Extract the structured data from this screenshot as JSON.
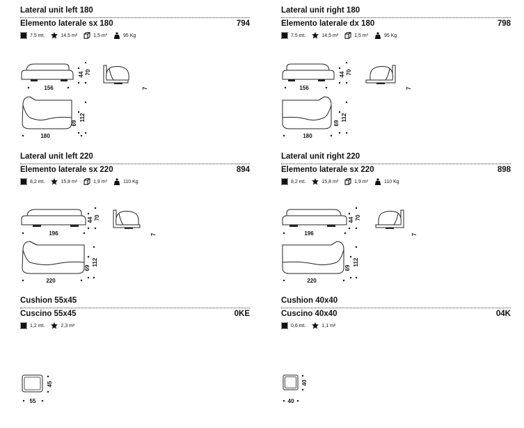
{
  "items": [
    {
      "title_en": "Lateral unit left 180",
      "title_it": "Elemento laterale sx 180",
      "code": "794",
      "specs": {
        "fabric": "7,5 mt.",
        "leather": "14,5 m²",
        "volume": "1,5 m³",
        "weight": "95 Kg"
      },
      "dims": {
        "top_w": "156",
        "top_d1": "44",
        "top_d2": "70",
        "side_h": "7",
        "plan_w": "180",
        "plan_d1": "69",
        "plan_d2": "112"
      }
    },
    {
      "title_en": "Lateral unit right 180",
      "title_it": "Elemento laterale dx 180",
      "code": "798",
      "specs": {
        "fabric": "7,5 mt.",
        "leather": "14,5 m²",
        "volume": "1,5 m³",
        "weight": "95 Kg"
      },
      "dims": {
        "top_w": "156",
        "top_d1": "44",
        "top_d2": "70",
        "side_h": "7",
        "plan_w": "180",
        "plan_d1": "69",
        "plan_d2": "112"
      }
    },
    {
      "title_en": "Lateral unit left 220",
      "title_it": "Elemento laterale sx 220",
      "code": "894",
      "specs": {
        "fabric": "8,2 mt.",
        "leather": "15,8 m²",
        "volume": "1,9 m³",
        "weight": "110 Kg"
      },
      "dims": {
        "top_w": "196",
        "top_d1": "44",
        "top_d2": "70",
        "side_h": "7",
        "plan_w": "220",
        "plan_d1": "69",
        "plan_d2": "112"
      }
    },
    {
      "title_en": "Lateral unit right 220",
      "title_it": "Elemento laterale sx 220",
      "code": "898",
      "specs": {
        "fabric": "8,2 mt.",
        "leather": "15,8 m²",
        "volume": "1,9 m³",
        "weight": "110 Kg"
      },
      "dims": {
        "top_w": "196",
        "top_d1": "44",
        "top_d2": "70",
        "side_h": "7",
        "plan_w": "220",
        "plan_d1": "69",
        "plan_d2": "112"
      }
    },
    {
      "title_en": "Cushion 55x45",
      "title_it": "Cuscino 55x45",
      "code": "0KE",
      "specs": {
        "fabric": "1,2 mt.",
        "leather": "2,3 m²"
      },
      "dims": {
        "w": "55",
        "h": "45"
      }
    },
    {
      "title_en": "Cushion 40x40",
      "title_it": "Cuscino 40x40",
      "code": "04K",
      "specs": {
        "fabric": "0,6 mt.",
        "leather": "1,1 m²"
      },
      "dims": {
        "w": "40",
        "h": "40"
      }
    }
  ],
  "icons": {
    "fabric": "fabric-icon",
    "leather": "leather-hide-icon",
    "volume": "box-volume-icon",
    "weight": "weight-icon"
  }
}
